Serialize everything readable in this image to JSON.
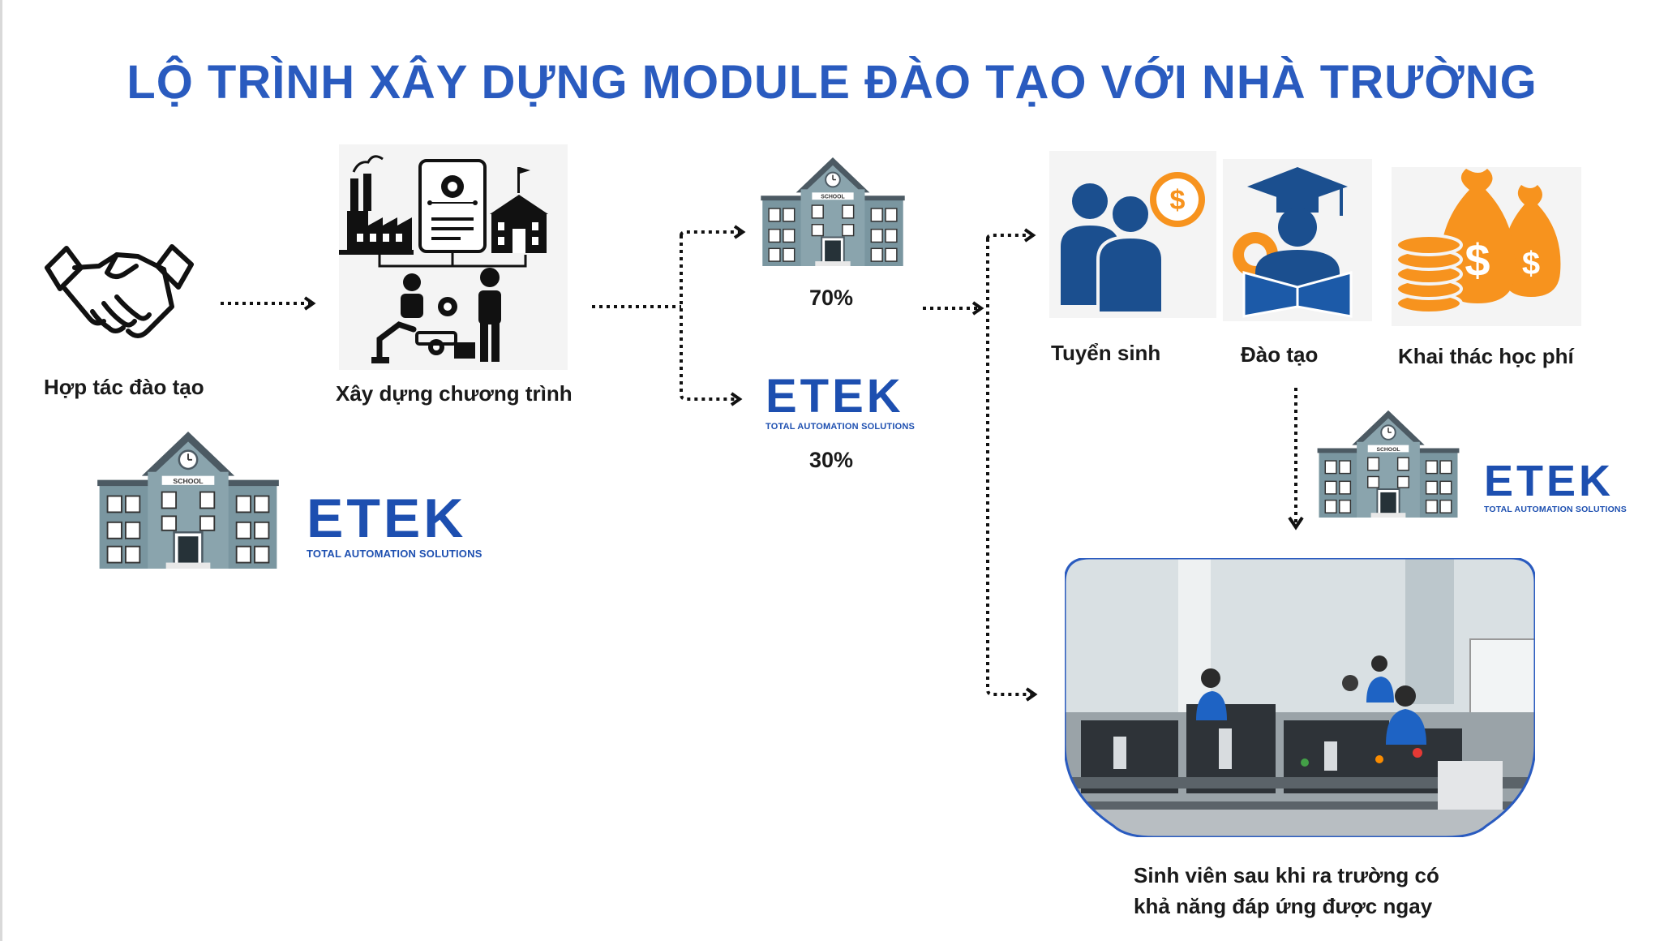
{
  "title": "LỘ TRÌNH XÂY DỰNG MODULE ĐÀO TẠO VỚI NHÀ TRƯỜNG",
  "steps": {
    "cooperation": "Hợp tác đào tạo",
    "program": "Xây dựng chương trình",
    "recruit": "Tuyển sinh",
    "training": "Đào tạo",
    "tuition": "Khai thác học phí"
  },
  "split": {
    "school_pct": "70%",
    "etek_pct": "30%"
  },
  "brand": {
    "name": "ETEK",
    "tagline": "TOTAL AUTOMATION SOLUTIONS",
    "school_sign": "SCHOOL"
  },
  "outcome": {
    "line1": "Sinh viên sau khi ra trường có",
    "line2": "khả năng đáp ứng được ngay"
  },
  "colors": {
    "title": "#2a5bbf",
    "brand": "#1d4fb0",
    "school_wall": "#7a96a0",
    "orange": "#f7931e",
    "navy": "#1b4f8f"
  }
}
